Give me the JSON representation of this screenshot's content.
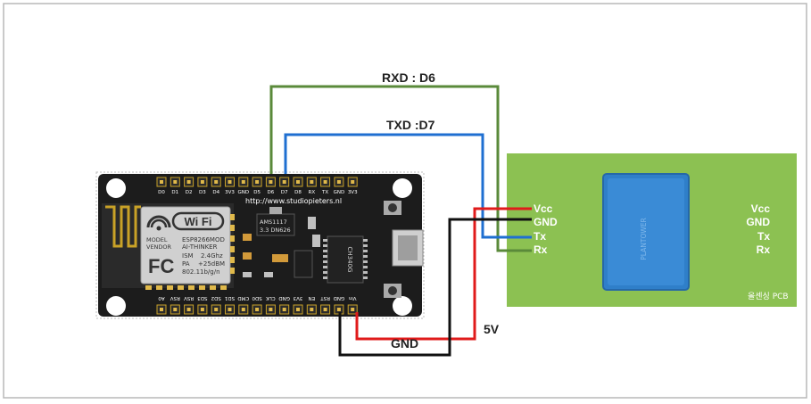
{
  "wires": {
    "rxd_label": "RXD : D6",
    "txd_label": "TXD :D7",
    "gnd_label": "GND",
    "v5_label": "5V",
    "colors": {
      "rxd": "#5a8a3a",
      "txd": "#1f6fd1",
      "power": "#e01b1b",
      "ground": "#111111"
    }
  },
  "nodemcu": {
    "url": "http://www.studiopieters.nl",
    "top_pins": [
      "D0",
      "D1",
      "D2",
      "D3",
      "D4",
      "3V3",
      "GND",
      "D5",
      "D6",
      "D7",
      "D8",
      "RX",
      "TX",
      "GND",
      "3V3"
    ],
    "bottom_pins": [
      "A0",
      "RSV",
      "RSV",
      "SD3",
      "SD2",
      "SD1",
      "CMD",
      "SD0",
      "CLK",
      "GND",
      "3V3",
      "EN",
      "RST",
      "GND",
      "Vin"
    ],
    "wifi_logo": "Wi Fi",
    "module_model_label": "MODEL",
    "module_model": "ESP8266MOD",
    "module_vendor_label": "VENDOR",
    "module_vendor": "AI-THINKER",
    "module_ism_label": "ISM",
    "module_ism": "2.4Ghz",
    "module_pa_label": "PA",
    "module_pa": "+25dBM",
    "module_std": "802.11b/g/n",
    "fc_logo": "FC",
    "regulator_line1": "AMS1117",
    "regulator_line2": "3.3 DN626",
    "usb_chip": "CH340G"
  },
  "sensor": {
    "pin_labels_left": [
      "Vcc",
      "GND",
      "Tx",
      "Rx"
    ],
    "pin_labels_right": [
      "Vcc",
      "GND",
      "Tx",
      "Rx"
    ],
    "chip_text": "PLANTOWER",
    "pcb_caption": "올센싱 PCB",
    "colors": {
      "pcb": "#8cc152",
      "chip": "#2f7fc9"
    }
  }
}
